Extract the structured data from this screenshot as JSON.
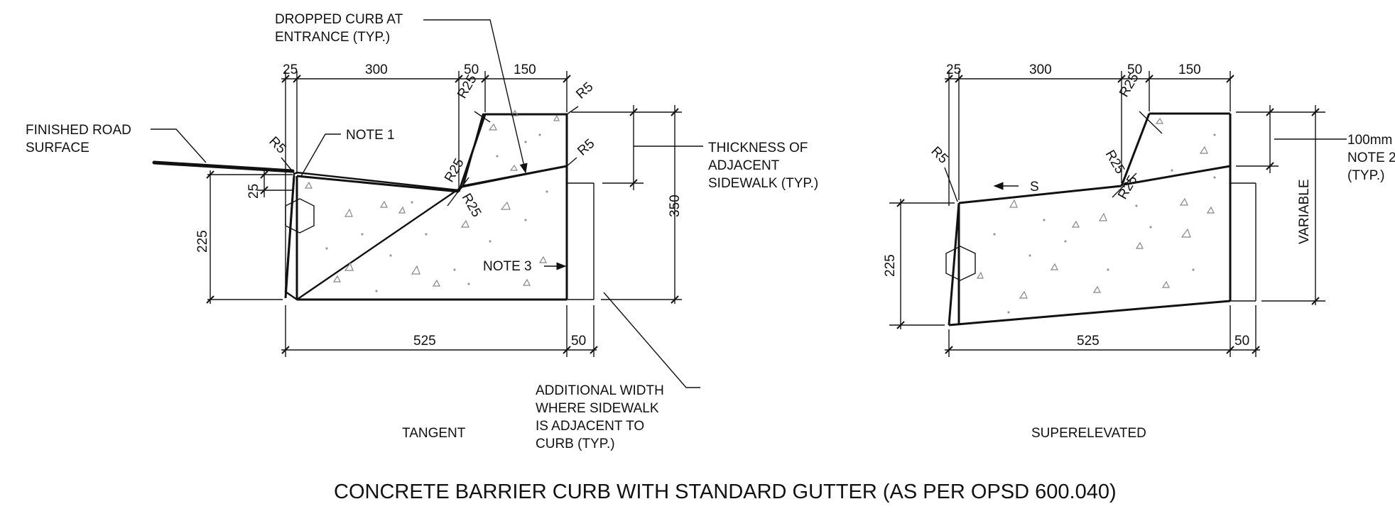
{
  "title": "CONCRETE BARRIER CURB WITH STANDARD GUTTER (AS PER OPSD 600.040)",
  "tangent": {
    "caption": "TANGENT",
    "labels": {
      "dropped_curb_1": "DROPPED CURB AT",
      "dropped_curb_2": "ENTRANCE (TYP.)",
      "finished_road_1": "FINISHED ROAD",
      "finished_road_2": "SURFACE",
      "note1": "NOTE 1",
      "note3": "NOTE 3",
      "thickness_1": "THICKNESS OF",
      "thickness_2": "ADJACENT",
      "thickness_3": "SIDEWALK (TYP.)",
      "additional_1": "ADDITIONAL WIDTH",
      "additional_2": "WHERE SIDEWALK",
      "additional_3": "IS ADJACENT TO",
      "additional_4": "CURB (TYP.)"
    },
    "dims": {
      "top_25": "25",
      "top_300": "300",
      "top_50": "50",
      "top_150": "150",
      "r5_top": "R5",
      "r5_mid": "R5",
      "r5_left": "R5",
      "r25_a": "R25",
      "r25_b": "R25",
      "r25_c": "R25",
      "left_25": "25",
      "left_225": "225",
      "right_350": "350",
      "bot_525": "525",
      "bot_50": "50"
    }
  },
  "superelevated": {
    "caption": "SUPERELEVATED",
    "labels": {
      "note2_1": "100mm",
      "note2_2": "NOTE 2",
      "note2_3": "(TYP.)",
      "slope": "S",
      "variable": "VARIABLE"
    },
    "dims": {
      "top_25": "25",
      "top_300": "300",
      "top_50": "50",
      "top_150": "150",
      "r5_left": "R5",
      "r25_a": "R25",
      "r25_b": "R25",
      "r25_c": "R25",
      "left_225": "225",
      "bot_525": "525",
      "bot_50": "50"
    }
  }
}
